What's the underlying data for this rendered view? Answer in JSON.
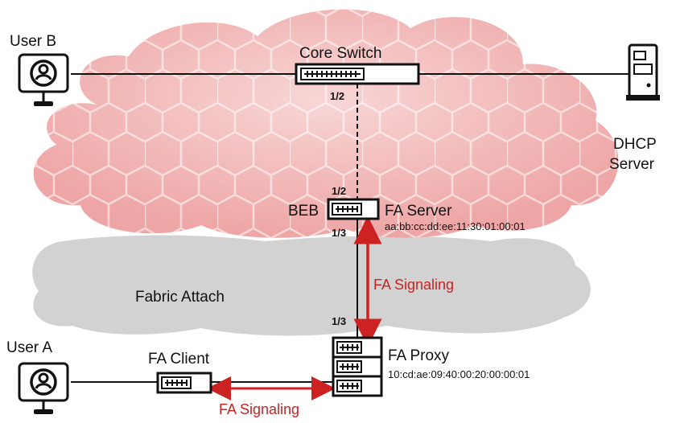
{
  "colors": {
    "signal": "#cc2222",
    "cloud_red": "#f3b3b3",
    "cloud_grey": "#d2d2d2",
    "device_outline": "#111111"
  },
  "devices": {
    "user_b": {
      "label": "User B",
      "icon": "user-monitor-icon"
    },
    "user_a": {
      "label": "User A",
      "icon": "user-monitor-icon"
    },
    "core_switch": {
      "label": "Core Switch",
      "icon": "switch-icon"
    },
    "dhcp_server": {
      "label_line1": "DHCP",
      "label_line2": "Server",
      "icon": "server-tower-icon"
    },
    "beb": {
      "label": "BEB",
      "role": "FA Server",
      "mac": "aa:bb:cc:dd:ee:11:30:01:00:01",
      "icon": "switch-icon"
    },
    "fa_proxy": {
      "label": "FA Proxy",
      "mac": "10:cd:ae:09:40:00:20:00:00:01",
      "icon": "stacked-switch-icon"
    },
    "fa_client": {
      "label": "FA Client",
      "icon": "switch-icon"
    }
  },
  "ports": {
    "core_down": "1/2",
    "beb_up": "1/2",
    "beb_down": "1/3",
    "proxy_up": "1/3"
  },
  "regions": {
    "fabric_attach": "Fabric Attach"
  },
  "signaling": {
    "vertical": "FA Signaling",
    "horizontal": "FA Signaling"
  }
}
